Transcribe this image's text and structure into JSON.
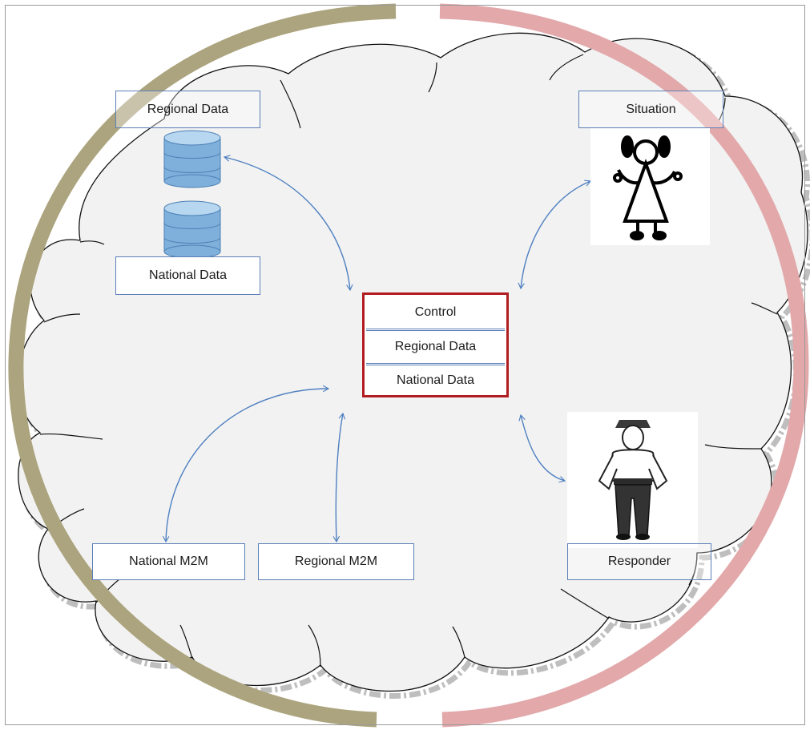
{
  "labels": {
    "regional_data": "Regional Data",
    "national_data": "National Data",
    "situation": "Situation",
    "responder": "Responder",
    "national_m2m": "National M2M",
    "regional_m2m": "Regional M2M"
  },
  "control": {
    "title": "Control",
    "regional_data": "Regional Data",
    "national_data": "National Data"
  },
  "colors": {
    "left_arc": "#aca47e",
    "right_arc": "#e2a8aa",
    "cloud_fill": "#f2f2f2",
    "arrow": "#4f80c0",
    "control_border": "#b01c20",
    "label_border": "#5b7fb8"
  },
  "icons": [
    "database-icon",
    "girl-stick-figure-icon",
    "police-officer-icon"
  ]
}
